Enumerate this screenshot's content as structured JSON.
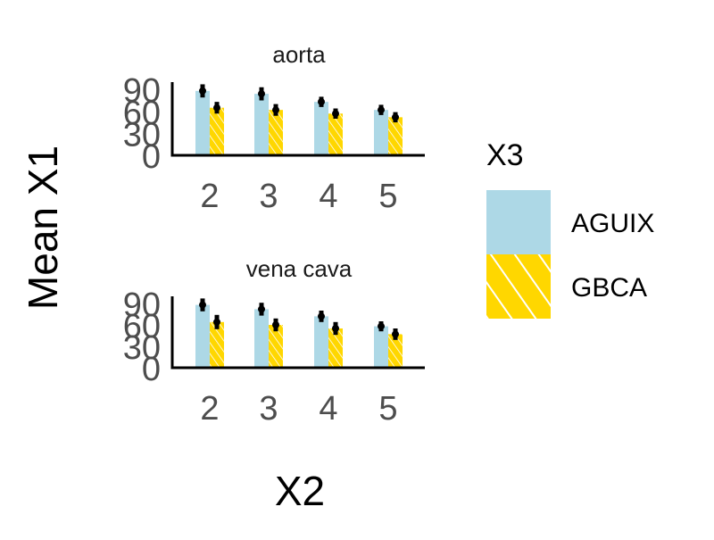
{
  "chart_data": {
    "type": "bar",
    "ylabel": "Mean X1",
    "xlabel": "X2",
    "legend": {
      "title": "X3",
      "position": "right",
      "entries": [
        {
          "label": "AGUIX",
          "color": "#ADD8E6",
          "pattern": "none"
        },
        {
          "label": "GBCA",
          "color": "#FFD700",
          "pattern": "stripe"
        }
      ]
    },
    "ylim": [
      0,
      100
    ],
    "yticks": [
      "0",
      "30",
      "60",
      "90"
    ],
    "grid": false,
    "categories": [
      "2",
      "3",
      "4",
      "5"
    ],
    "panels": [
      {
        "title": "aorta",
        "series": [
          {
            "name": "AGUIX",
            "values": [
              88,
              84,
              73,
              62
            ],
            "errors": [
              9,
              9,
              7,
              7
            ]
          },
          {
            "name": "GBCA",
            "values": [
              65,
              62,
              57,
              52
            ],
            "errors": [
              8,
              8,
              7,
              7
            ]
          }
        ]
      },
      {
        "title": "vena cava",
        "series": [
          {
            "name": "AGUIX",
            "values": [
              88,
              82,
              72,
              58
            ],
            "errors": [
              9,
              9,
              8,
              7
            ]
          },
          {
            "name": "GBCA",
            "values": [
              64,
              60,
              55,
              47
            ],
            "errors": [
              10,
              9,
              9,
              8
            ]
          }
        ]
      }
    ]
  }
}
